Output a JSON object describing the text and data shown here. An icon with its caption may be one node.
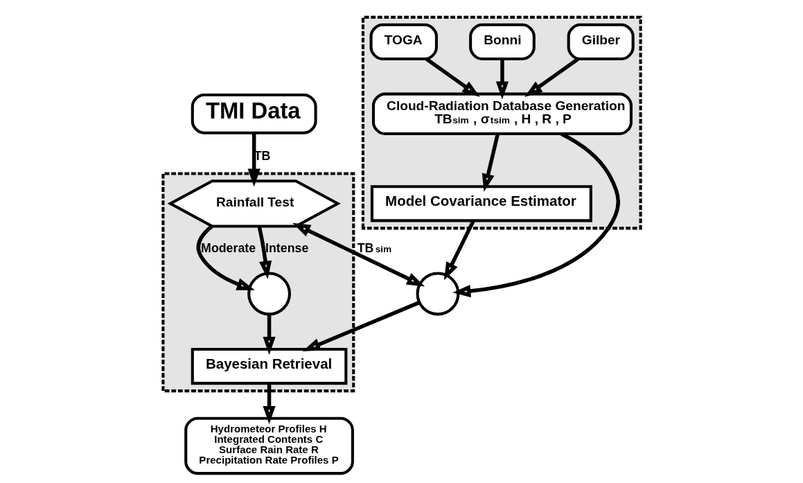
{
  "diagram": {
    "nodes": [
      {
        "text": [
          "TMI Data"
        ]
      },
      {
        "text": [],
        "shape": "box"
      },
      {
        "text": [
          "Rainfall Test"
        ],
        "in": 1
      },
      {
        "text": [],
        "shape": "circle",
        "in": 1
      },
      {
        "text": [
          "Bayesian Retrieval"
        ],
        "in": 1
      },
      {
        "text": [
          "Hydrometeor Profiles H",
          "Integrated Contents C",
          "Surface Rain Rate R",
          "Precipitation Rate Profiles P"
        ]
      },
      {
        "text": [],
        "shape": "circle"
      },
      {
        "text": [],
        "shape": "box"
      },
      {
        "text": [
          "Gilber"
        ],
        "in": 7
      },
      {
        "text": [
          "Bonni"
        ],
        "in": 7
      },
      {
        "text": [
          "TOGA"
        ],
        "in": 7
      },
      {
        "text": [
          "Cloud-Radiation Database Generation",
          "TB$_{sim}$ , σ$_{tsim}$ , H , R , P"
        ],
        "in": 7
      },
      {
        "text": [
          "Model Covariance Estimator"
        ],
        "in": 7
      }
    ],
    "edges": [
      {
        "from": 0,
        "to": 2,
        "arrow": "to",
        "label": "TB"
      },
      {
        "from": 2,
        "to": 3,
        "arrow": "to",
        "label": "Moderate"
      },
      {
        "from": 2,
        "to": 3,
        "arrow": "to",
        "label": "Intense"
      },
      {
        "from": 3,
        "to": 4,
        "arrow": "to"
      },
      {
        "from": 4,
        "to": 5,
        "arrow": "to"
      },
      {
        "from": 2,
        "to": 6,
        "arrow": "both",
        "label": "TB$_{sim}$"
      },
      {
        "from": 8,
        "to": 11,
        "arrow": "to"
      },
      {
        "from": 9,
        "to": 11,
        "arrow": "to"
      },
      {
        "from": 10,
        "to": 11,
        "arrow": "to"
      },
      {
        "from": 11,
        "to": 6,
        "arrow": "to"
      },
      {
        "from": 6,
        "to": 4,
        "arrow": "to"
      },
      {
        "from": 11,
        "to": 12,
        "arrow": "to"
      },
      {
        "from": 12,
        "to": 6,
        "arrow": "to"
      }
    ]
  }
}
